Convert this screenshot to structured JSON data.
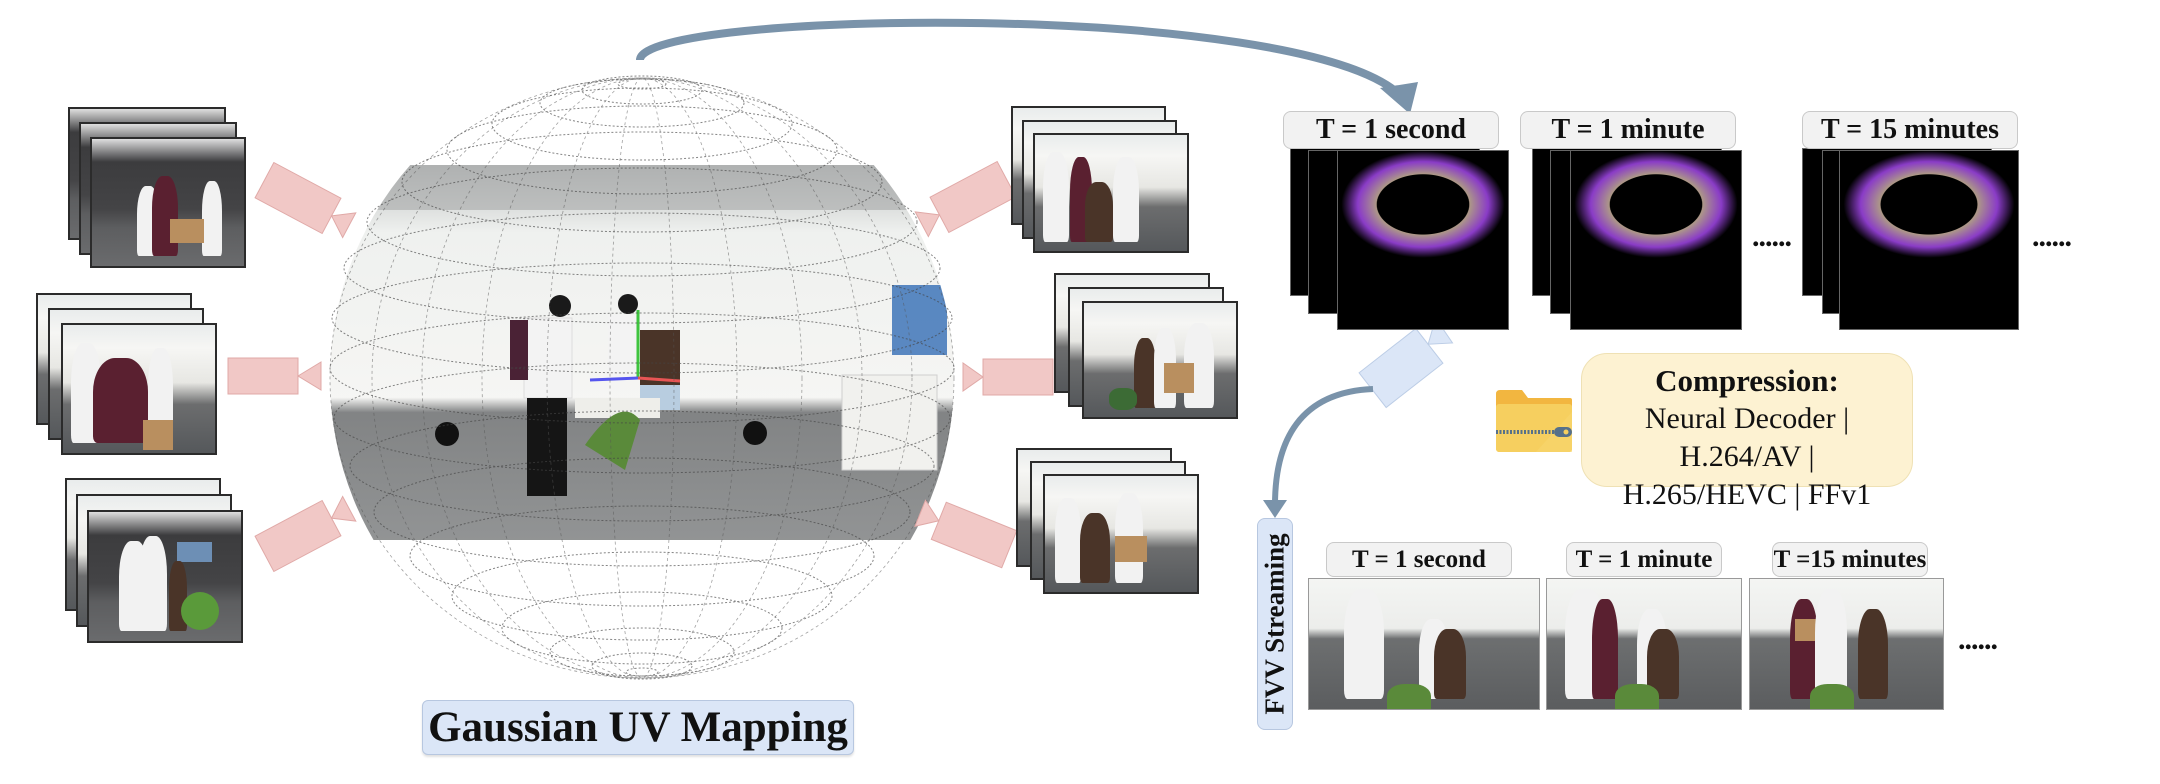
{
  "diagram": {
    "sphere_label": "Gaussian UV Mapping",
    "left_view_stacks": [
      {
        "name": "camera-view-left-top",
        "scene": "dark wall room, four people at table with boxes"
      },
      {
        "name": "camera-view-left-middle",
        "scene": "white room, people with box"
      },
      {
        "name": "camera-view-left-bottom",
        "scene": "dark wall with monitor, green chair"
      }
    ],
    "right_view_stacks": [
      {
        "name": "camera-view-right-top",
        "scene": "white room, four people at table"
      },
      {
        "name": "camera-view-right-middle",
        "scene": "white room, people with boxes, green chair"
      },
      {
        "name": "camera-view-right-bottom",
        "scene": "white room, people packing box"
      }
    ],
    "uv_frames": {
      "labels": [
        "T = 1 second",
        "T = 1 minute",
        "T = 15 minutes"
      ],
      "continuation": "......"
    },
    "compression": {
      "title": "Compression:",
      "line1": "Neural Decoder | H.264/AV |",
      "line2": "H.265/HEVC | FFv1",
      "icon": "zip-folder-icon"
    },
    "streaming": {
      "label": "FVV Streaming",
      "frames": {
        "labels": [
          "T = 1 second",
          "T = 1 minute",
          "T =15 minutes"
        ],
        "continuation": "......"
      }
    },
    "colors": {
      "arrow": "#7a93aa",
      "camera_pink": "#f1c8c6",
      "camera_blue": "#dbe6f7",
      "label_bg": "#f2f2f2",
      "compression_bg": "#fdf2d2",
      "folder": "#f5cd5c"
    }
  }
}
